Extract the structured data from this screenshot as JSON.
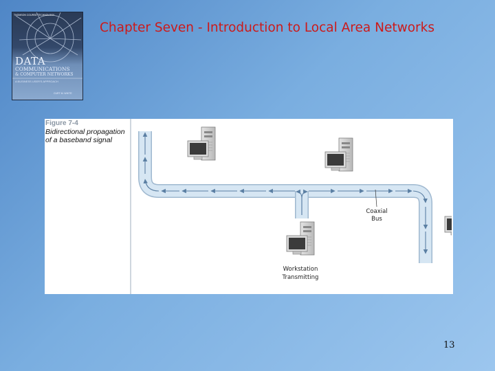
{
  "book": {
    "publisher": "THOMSON COURSE TECHNOLOGY",
    "title_line1": "DATA",
    "title_line2": "COMMUNICATIONS",
    "title_line3": "& COMPUTER NETWORKS",
    "tagline": "A BUSINESS USER'S APPROACH",
    "author": "CURT M. WHITE"
  },
  "slide": {
    "title": "Chapter Seven - Introduction to Local Area Networks",
    "page_number": "13"
  },
  "figure": {
    "number": "Figure 7-4",
    "caption": "Bidirectional propagation of a baseband signal",
    "labels": {
      "bus": [
        "Coaxial",
        "Bus"
      ],
      "transmitter": [
        "Workstation",
        "Transmitting"
      ]
    }
  },
  "colors": {
    "title": "#cc1a1a",
    "bus_fill": "#d6e6f3",
    "bus_edge": "#9fb8cf",
    "arrow": "#5b7fa3"
  }
}
